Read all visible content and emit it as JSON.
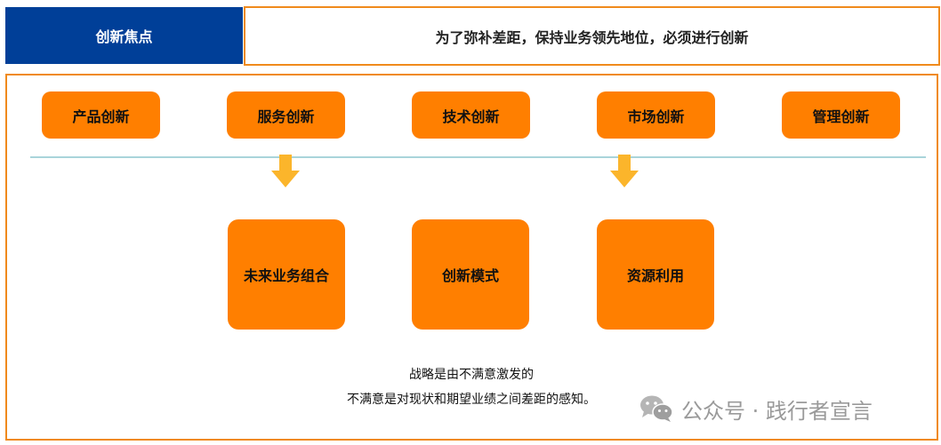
{
  "header": {
    "label": "创新焦点",
    "statement": "为了弥补差距，保持业务领先地位，必须进行创新"
  },
  "innovation_types": [
    {
      "label": "产品创新"
    },
    {
      "label": "服务创新"
    },
    {
      "label": "技术创新"
    },
    {
      "label": "市场创新"
    },
    {
      "label": "管理创新"
    }
  ],
  "outcomes": [
    {
      "label": "未来业务组合"
    },
    {
      "label": "创新模式"
    },
    {
      "label": "资源利用"
    }
  ],
  "caption": {
    "line1": "战略是由不满意激发的",
    "line2": "不满意是对现状和期望业绩之间差距的感知。"
  },
  "watermark": {
    "text": "公众号 · 践行者宣言",
    "icon": "wechat-icon"
  },
  "colors": {
    "header_blue": "#003f98",
    "accent_orange": "#ff7f00",
    "frame_orange": "#f08a1c",
    "arrow_yellow": "#fbb52b",
    "divider_teal": "#a9d4da"
  }
}
